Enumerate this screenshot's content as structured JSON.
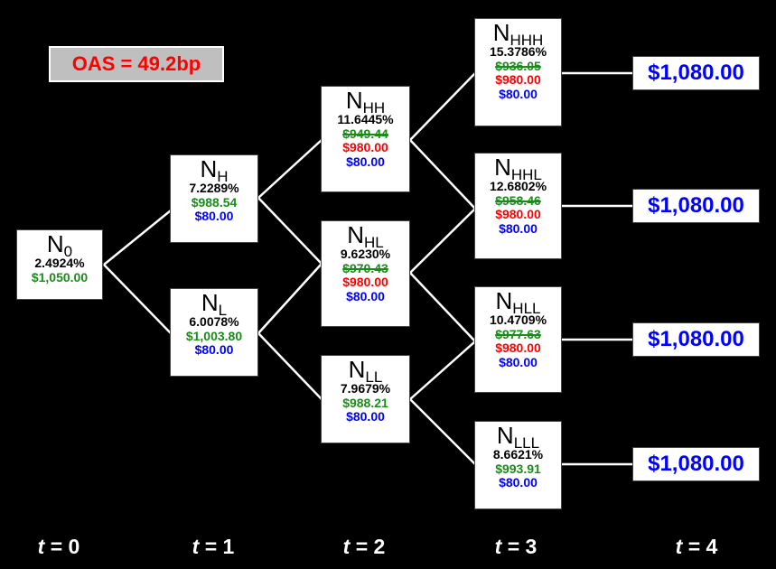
{
  "oas_label": "OAS = 49.2bp",
  "colors": {
    "background": "#000000",
    "rate": "#000000",
    "value": "#1a8c1a",
    "call_price": "#ff0000",
    "coupon": "#0000ff",
    "badge_text": "#ff0000",
    "badge_bg": "#bfbfbf"
  },
  "time_labels": [
    {
      "var": "t",
      "eq": " = 0"
    },
    {
      "var": "t",
      "eq": " = 1"
    },
    {
      "var": "t",
      "eq": " = 2"
    },
    {
      "var": "t",
      "eq": " = 3"
    },
    {
      "var": "t",
      "eq": " = 4"
    }
  ],
  "nodes": {
    "n0": {
      "base": "N",
      "sub": "0",
      "rate": "2.4924%",
      "value": "$1,050.00"
    },
    "nh": {
      "base": "N",
      "sub": "H",
      "rate": "7.2289%",
      "value": "$988.54",
      "coupon": "$80.00"
    },
    "nl": {
      "base": "N",
      "sub": "L",
      "rate": "6.0078%",
      "value": "$1,003.80",
      "coupon": "$80.00"
    },
    "nhh": {
      "base": "N",
      "sub": "HH",
      "rate": "11.6445%",
      "value": "$949.44",
      "call": "$980.00",
      "coupon": "$80.00"
    },
    "nhl": {
      "base": "N",
      "sub": "HL",
      "rate": "9.6230%",
      "value": "$970.43",
      "call": "$980.00",
      "coupon": "$80.00"
    },
    "nll": {
      "base": "N",
      "sub": "LL",
      "rate": "7.9679%",
      "value": "$988.21",
      "coupon": "$80.00"
    },
    "nhhh": {
      "base": "N",
      "sub": "HHH",
      "rate": "15.3786%",
      "value": "$936.05",
      "call": "$980.00",
      "coupon": "$80.00"
    },
    "nhhl": {
      "base": "N",
      "sub": "HHL",
      "rate": "12.6802%",
      "value": "$958.46",
      "call": "$980.00",
      "coupon": "$80.00"
    },
    "nhll": {
      "base": "N",
      "sub": "HLL",
      "rate": "10.4709%",
      "value": "$977.63",
      "call": "$980.00",
      "coupon": "$80.00"
    },
    "nlll": {
      "base": "N",
      "sub": "LLL",
      "rate": "8.6621%",
      "value": "$993.91",
      "coupon": "$80.00"
    }
  },
  "final_values": [
    "$1,080.00",
    "$1,080.00",
    "$1,080.00",
    "$1,080.00"
  ]
}
